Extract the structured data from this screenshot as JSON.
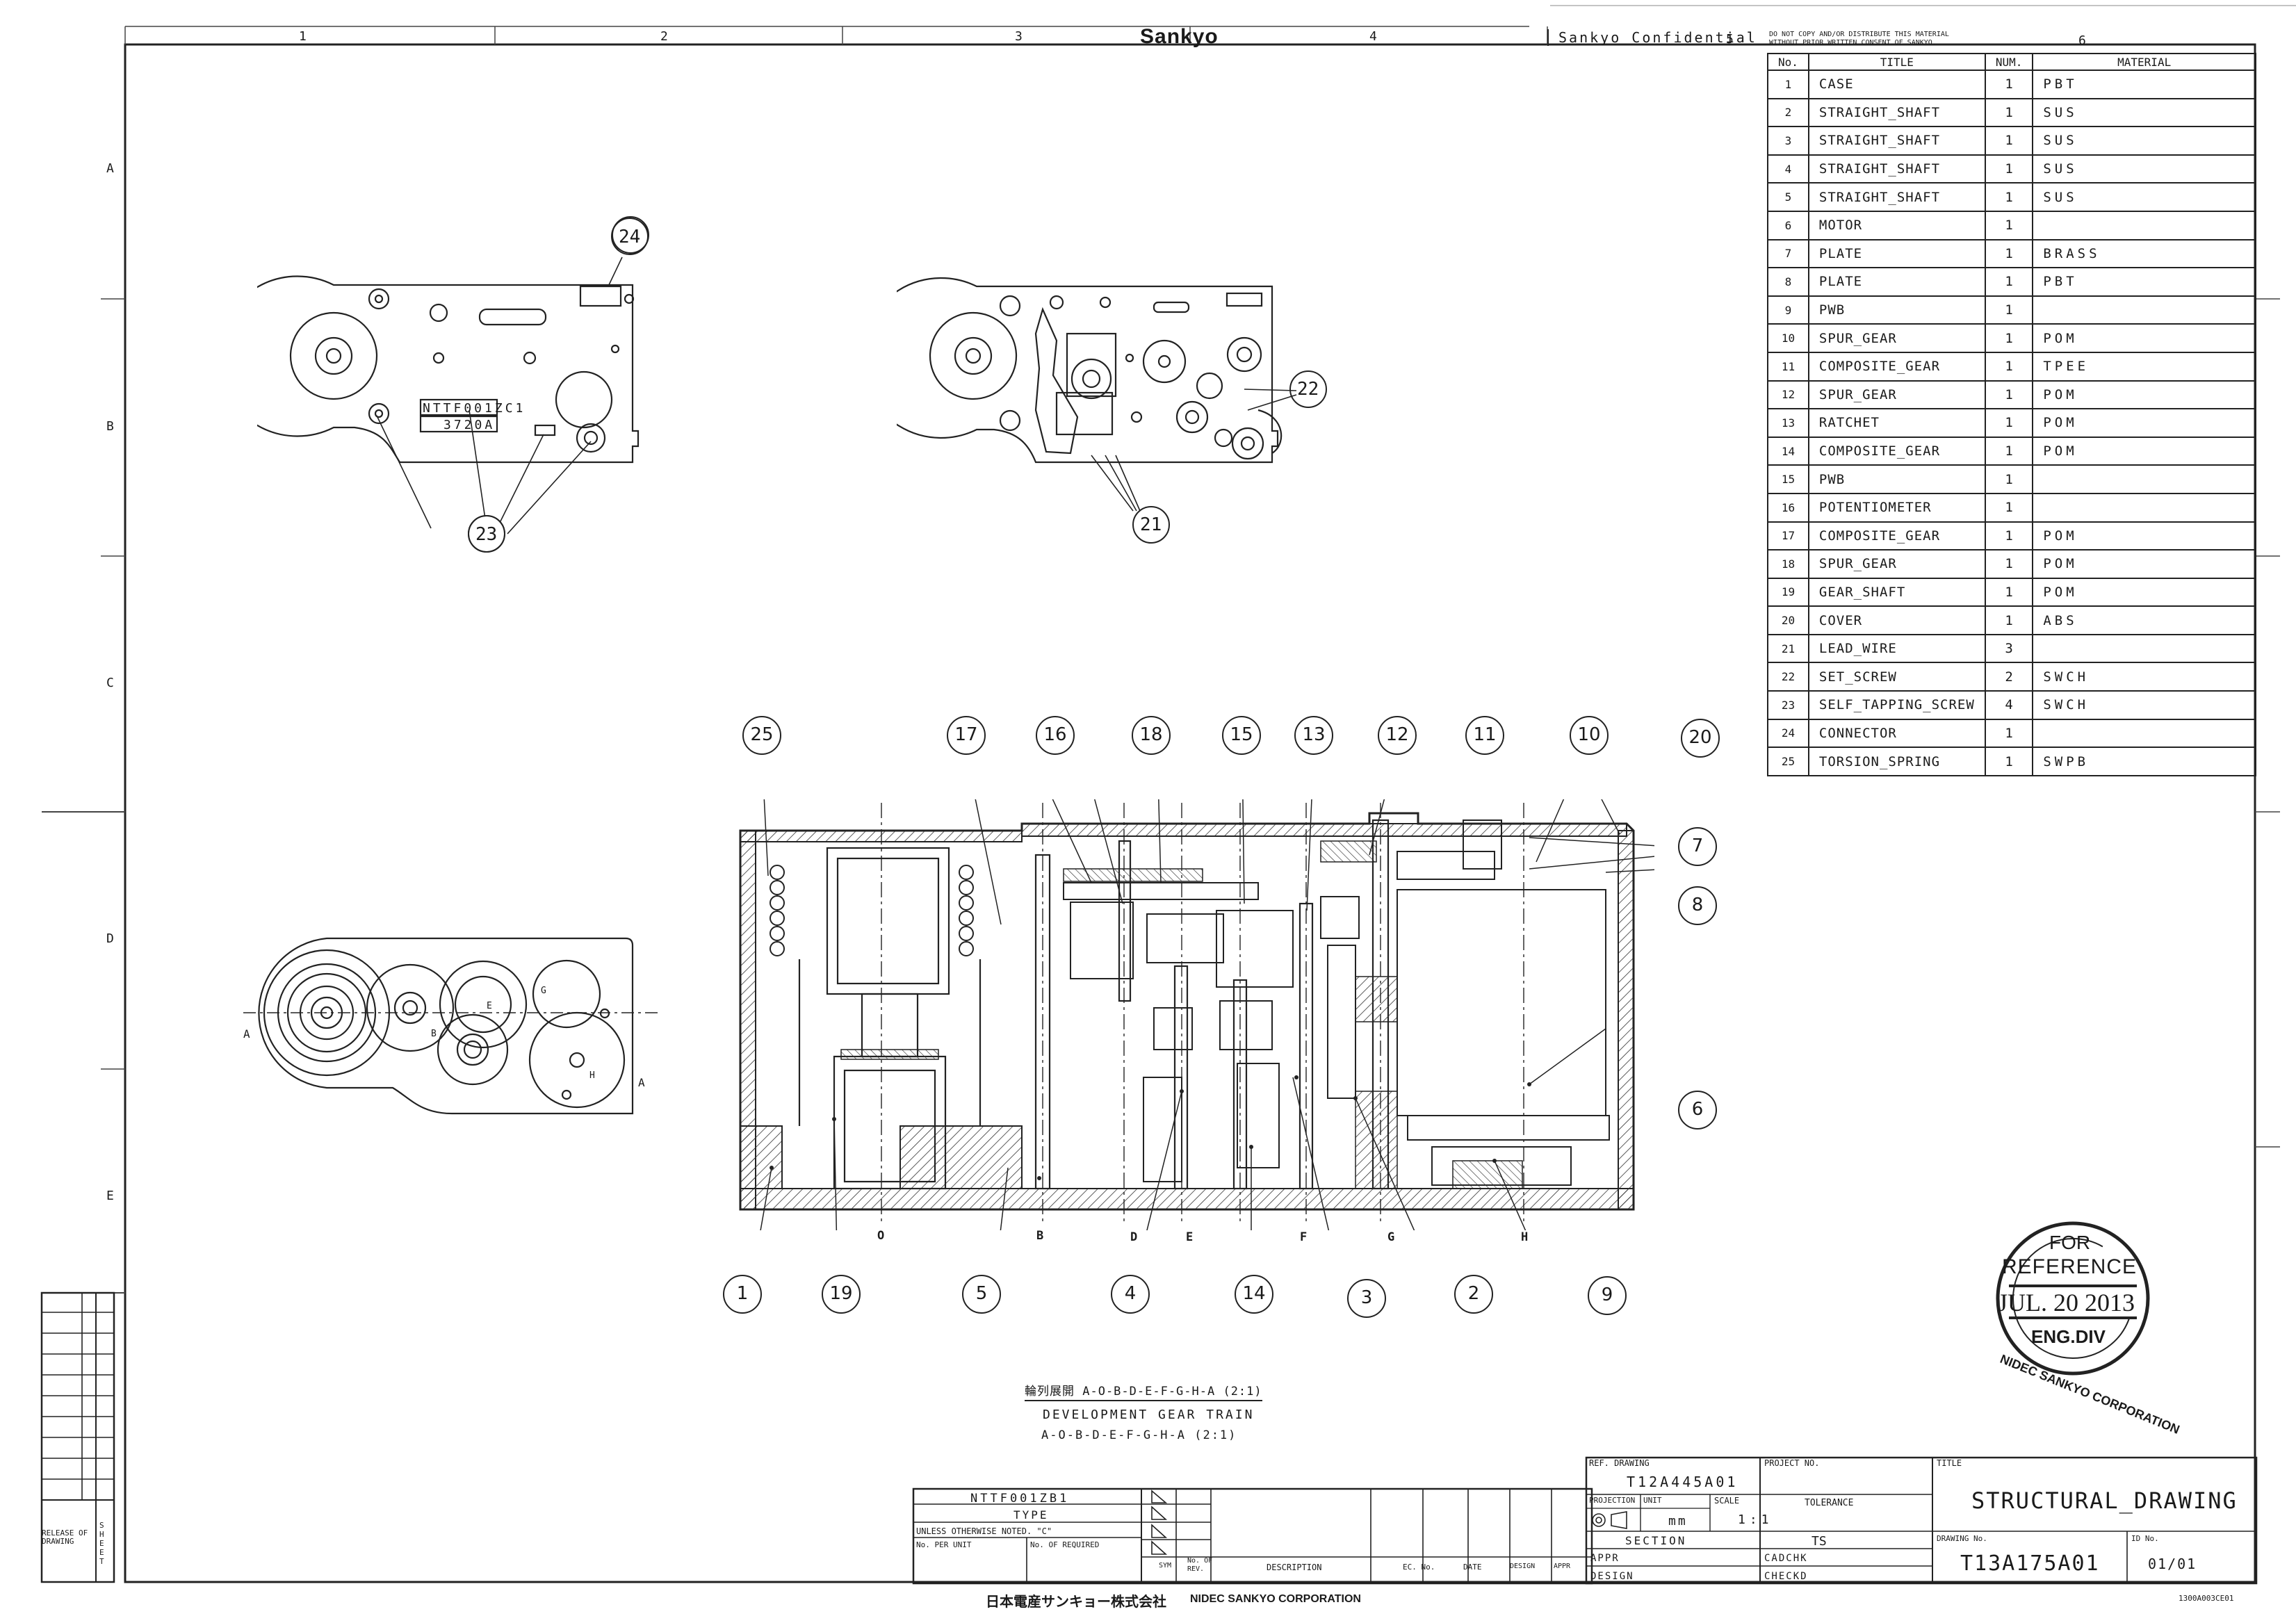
{
  "header": {
    "brand": "Sankyo",
    "confidential": "Sankyo Confidential",
    "notice_line1": "DO NOT COPY AND/OR DISTRIBUTE THIS MATERIAL",
    "notice_line2": "WITHOUT PRIOR WRITTEN CONSENT OF SANKYO."
  },
  "grid": {
    "columns": [
      "1",
      "2",
      "3",
      "4",
      "5",
      "6"
    ],
    "rows": [
      "A",
      "B",
      "C",
      "D",
      "E"
    ]
  },
  "bom": {
    "headers": [
      "No.",
      "TITLE",
      "NUM.",
      "MATERIAL"
    ],
    "rows": [
      {
        "no": "1",
        "title": "CASE",
        "num": "1",
        "material": "PBT"
      },
      {
        "no": "2",
        "title": "STRAIGHT_SHAFT",
        "num": "1",
        "material": "SUS"
      },
      {
        "no": "3",
        "title": "STRAIGHT_SHAFT",
        "num": "1",
        "material": "SUS"
      },
      {
        "no": "4",
        "title": "STRAIGHT_SHAFT",
        "num": "1",
        "material": "SUS"
      },
      {
        "no": "5",
        "title": "STRAIGHT_SHAFT",
        "num": "1",
        "material": "SUS"
      },
      {
        "no": "6",
        "title": "MOTOR",
        "num": "1",
        "material": ""
      },
      {
        "no": "7",
        "title": "PLATE",
        "num": "1",
        "material": "BRASS"
      },
      {
        "no": "8",
        "title": "PLATE",
        "num": "1",
        "material": "PBT"
      },
      {
        "no": "9",
        "title": "PWB",
        "num": "1",
        "material": ""
      },
      {
        "no": "10",
        "title": "SPUR_GEAR",
        "num": "1",
        "material": "POM"
      },
      {
        "no": "11",
        "title": "COMPOSITE_GEAR",
        "num": "1",
        "material": "TPEE"
      },
      {
        "no": "12",
        "title": "SPUR_GEAR",
        "num": "1",
        "material": "POM"
      },
      {
        "no": "13",
        "title": "RATCHET",
        "num": "1",
        "material": "POM"
      },
      {
        "no": "14",
        "title": "COMPOSITE_GEAR",
        "num": "1",
        "material": "POM"
      },
      {
        "no": "15",
        "title": "PWB",
        "num": "1",
        "material": ""
      },
      {
        "no": "16",
        "title": "POTENTIOMETER",
        "num": "1",
        "material": ""
      },
      {
        "no": "17",
        "title": "COMPOSITE_GEAR",
        "num": "1",
        "material": "POM"
      },
      {
        "no": "18",
        "title": "SPUR_GEAR",
        "num": "1",
        "material": "POM"
      },
      {
        "no": "19",
        "title": "GEAR_SHAFT",
        "num": "1",
        "material": "POM"
      },
      {
        "no": "20",
        "title": "COVER",
        "num": "1",
        "material": "ABS"
      },
      {
        "no": "21",
        "title": "LEAD_WIRE",
        "num": "3",
        "material": ""
      },
      {
        "no": "22",
        "title": "SET_SCREW",
        "num": "2",
        "material": "SWCH"
      },
      {
        "no": "23",
        "title": "SELF_TAPPING_SCREW",
        "num": "4",
        "material": "SWCH"
      },
      {
        "no": "24",
        "title": "CONNECTOR",
        "num": "1",
        "material": ""
      },
      {
        "no": "25",
        "title": "TORSION_SPRING",
        "num": "1",
        "material": "SWPB"
      }
    ]
  },
  "views": {
    "top_left_label": "NTTF001ZC1",
    "top_left_sublabel": "3720A",
    "balloons_top": [
      "24",
      "23",
      "22",
      "21"
    ],
    "section_markers": [
      "A",
      "A"
    ],
    "gear_points": [
      "B",
      "E",
      "G",
      "H"
    ]
  },
  "section": {
    "balloons_above": [
      "25",
      "17",
      "16",
      "18",
      "15",
      "13",
      "12",
      "11",
      "10",
      "20"
    ],
    "balloons_right": [
      "7",
      "8",
      "6"
    ],
    "balloons_below": [
      "1",
      "19",
      "5",
      "4",
      "14",
      "3",
      "2",
      "9"
    ],
    "axis_labels": [
      "O",
      "B",
      "D",
      "E",
      "F",
      "G",
      "H"
    ],
    "caption_jp": "輪列展開 A-O-B-D-E-F-G-H-A (2:1)",
    "caption_en1": "DEVELOPMENT GEAR TRAIN",
    "caption_en2": "A-O-B-D-E-F-G-H-A (2:1)"
  },
  "stamp": {
    "line1": "FOR",
    "line2": "REFERENCE",
    "date": "JUL. 20 2013",
    "dept": "ENG.DIV",
    "ring": "NIDEC SANKYO CORPORATION"
  },
  "title_block": {
    "ref_drawing_label": "REF. DRAWING",
    "ref_drawing": "T12A445A01",
    "project_no_label": "PROJECT NO.",
    "title_label": "TITLE",
    "title": "STRUCTURAL_DRAWING",
    "projection_label": "PROJECTION",
    "unit_label": "UNIT",
    "unit": "mm",
    "scale_label": "SCALE",
    "scale": "1:1",
    "tolerance_label": "TOLERANCE",
    "section_label": "SECTION",
    "section_value": "TS",
    "appr_label": "APPR",
    "design_label": "DESIGN",
    "cadchk_label": "CADCHK",
    "checkd_label": "CHECKD",
    "drawing_no_label": "DRAWING No.",
    "drawing_no": "T13A175A01",
    "id_no_label": "ID No.",
    "id_no": "01/01",
    "type_code": "NTTF001ZB1",
    "type_label": "TYPE",
    "unless_note": "UNLESS OTHERWISE NOTED. \"C\"",
    "per_unit_label": "No. PER UNIT",
    "required_label": "No. OF REQUIRED",
    "rev_cols": [
      "SYM",
      "No. OF REV.",
      "DESCRIPTION",
      "EC. No.",
      "DATE",
      "DESIGN",
      "APPR"
    ],
    "company_jp": "日本電産サンキョー株式会社",
    "company_en": "NIDEC SANKYO CORPORATION",
    "form_code": "1300A003CE01",
    "release_label": "RELEASE OF DRAWING",
    "sheet_label": "SHEET"
  }
}
